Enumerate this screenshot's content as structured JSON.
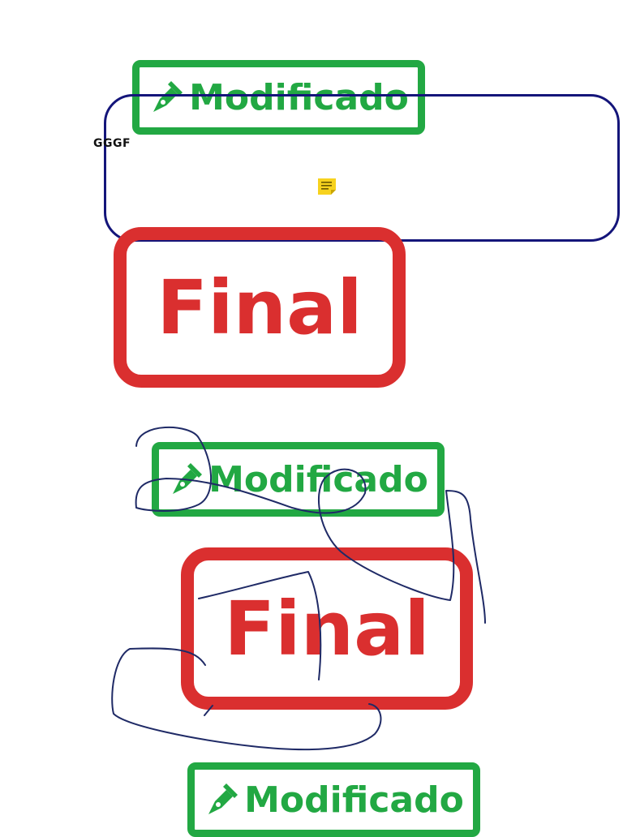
{
  "stamps": {
    "modified_1": "Modificado",
    "final_1": "Final",
    "modified_2": "Modificado",
    "final_2": "Final",
    "modified_3": "Modificado"
  },
  "free_text": "GGGF",
  "colors": {
    "stamp_green": "#22a843",
    "stamp_red": "#da2f2f",
    "rectangle_border": "#14157a",
    "ink": "#1f2a66",
    "note_yellow": "#f7d21e"
  },
  "icons": {
    "stamp": "pen-nib-icon",
    "note": "sticky-note-icon"
  }
}
